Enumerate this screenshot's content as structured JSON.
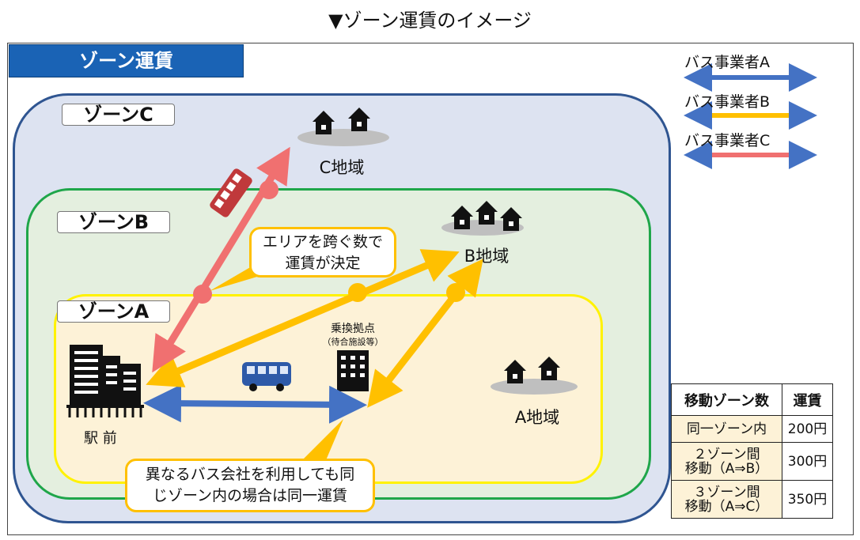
{
  "page_title": "▼ゾーン運賃のイメージ",
  "panel_title": "ゾーン運賃",
  "zones": {
    "c": "ゾーンC",
    "b": "ゾーンB",
    "a": "ゾーンA"
  },
  "areas": {
    "c": "C地域",
    "b": "B地域",
    "a": "A地域"
  },
  "places": {
    "station": "駅 前",
    "hub": "乗換拠点",
    "hub_sub": "（待合施設等）"
  },
  "callouts": {
    "zones_crossed": [
      "エリアを跨ぐ数で",
      "運賃が決定"
    ],
    "same_zone": [
      "異なるバス会社を利用しても同",
      "じゾーン内の場合は同一運賃"
    ]
  },
  "legend": [
    {
      "label": "バス事業者A",
      "color": "#4472c4"
    },
    {
      "label": "バス事業者B",
      "color": "#ffc000"
    },
    {
      "label": "バス事業者C",
      "color": "#f07070"
    }
  ],
  "fare_table": {
    "headers": [
      "移動ゾーン数",
      "運賃"
    ],
    "rows": [
      {
        "zones": "同一ゾーン内",
        "fare": "200円"
      },
      {
        "zones": "２ゾーン間\n移動（A⇒B）",
        "fare": "300円"
      },
      {
        "zones": "３ゾーン間\n移動（A⇒C）",
        "fare": "350円"
      }
    ]
  }
}
